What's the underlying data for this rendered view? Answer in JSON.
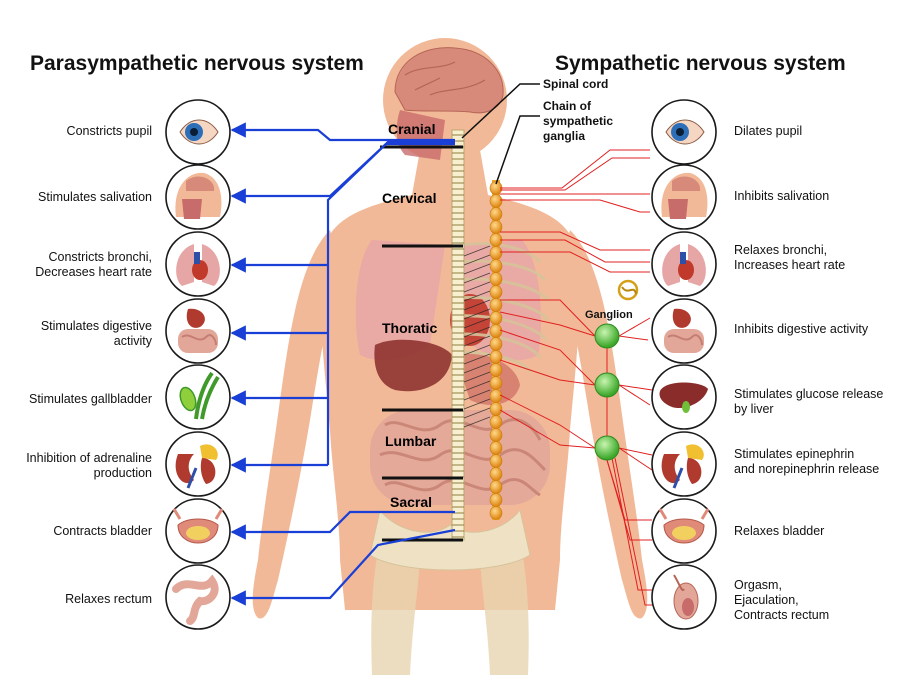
{
  "titles": {
    "left": "Parasympathetic nervous system",
    "right": "Sympathetic nervous system"
  },
  "callouts": {
    "spinal_cord": "Spinal cord",
    "chain": "Chain of\nsympathetic\nganglia",
    "ganglion": "Ganglion"
  },
  "sections": {
    "cranial": "Cranial",
    "cervical": "Cervical",
    "thoratic": "Thoratic",
    "lumbar": "Lumbar",
    "sacral": "Sacral"
  },
  "parasympathetic": [
    "Constricts pupil",
    "Stimulates salivation",
    "Constricts bronchi,\nDecreases heart rate",
    "Stimulates digestive\nactivity",
    "Stimulates gallbladder",
    "Inhibition of adrenaline\nproduction",
    "Contracts bladder",
    "Relaxes rectum"
  ],
  "sympathetic": [
    "Dilates pupil",
    "Inhibits salivation",
    "Relaxes bronchi,\nIncreases heart rate",
    "Inhibits digestive activity",
    "Stimulates glucose release\nby liver",
    "Stimulates epinephrin\nand norepinephrin release",
    "Relaxes bladder",
    "Orgasm,\nEjaculation,\nContracts rectum"
  ],
  "icons": {
    "left": [
      "eye-icon",
      "head-section-icon",
      "lungs-heart-icon",
      "digestive-tract-icon",
      "gallbladder-icon",
      "kidney-adrenal-icon",
      "bladder-icon",
      "rectum-icon"
    ],
    "right": [
      "eye-icon",
      "head-section-icon",
      "lungs-heart-icon",
      "digestive-tract-icon",
      "liver-icon",
      "kidney-adrenal-icon",
      "bladder-icon",
      "reproductive-organ-icon"
    ]
  },
  "colors": {
    "parasympathetic": "#1a3fd6",
    "sympathetic": "#e02020",
    "skin": "#f2b998",
    "ganglion": "#5fcf3f",
    "chain": "#f0a830"
  }
}
